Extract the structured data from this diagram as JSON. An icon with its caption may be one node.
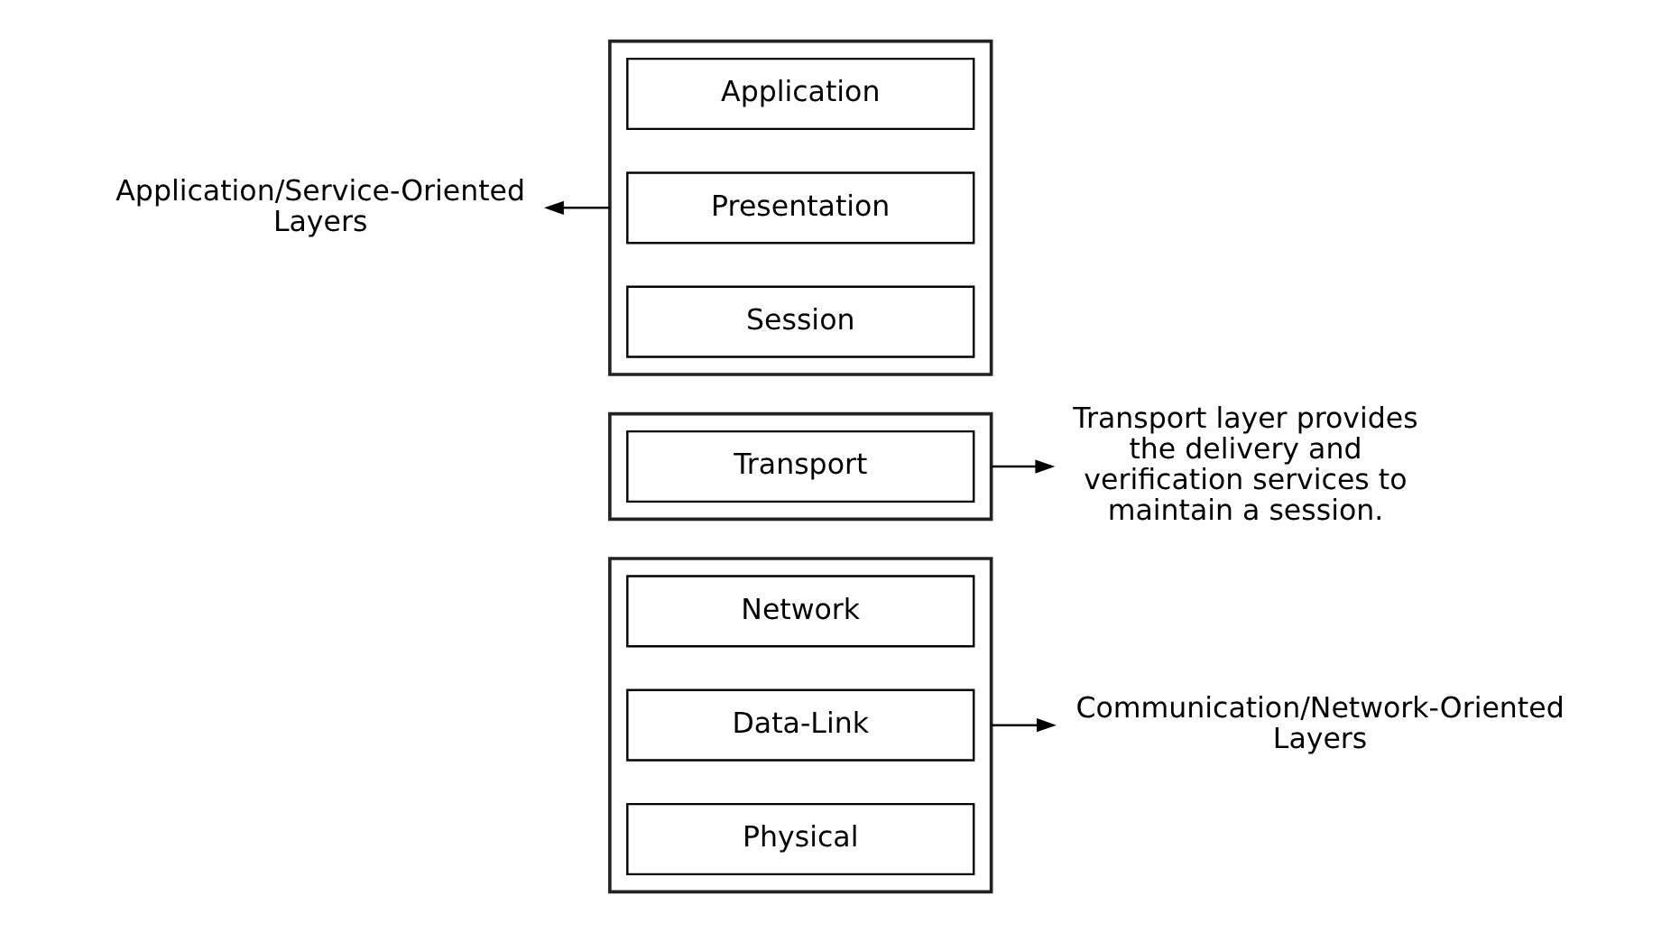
{
  "diagram": {
    "nodes": [
      {
        "text": [
          "Application/Service-Oriented Layers"
        ]
      },
      {
        "text": [],
        "shape": "bracket"
      },
      {
        "text": [
          "Application"
        ],
        "in": 1
      },
      {
        "text": [
          "Presentation"
        ],
        "in": 1
      },
      {
        "text": [
          "Session"
        ],
        "in": 1
      },
      {
        "text": [],
        "shape": "bracket"
      },
      {
        "text": [
          "Transport"
        ],
        "in": 5
      },
      {
        "text": [
          "Transport layer provides the delivery and verification services to maintain a session."
        ]
      },
      {
        "text": [
          "Communication/Network-Oriented Layers"
        ]
      },
      {
        "text": [],
        "shape": "bracket"
      },
      {
        "text": [
          "Network"
        ],
        "in": 9
      },
      {
        "text": [
          "Data-Link"
        ],
        "in": 9
      },
      {
        "text": [
          "Physical"
        ],
        "in": 9
      }
    ],
    "edges": [
      {
        "from": 1,
        "to": 0,
        "arrow": "to"
      },
      {
        "from": 5,
        "to": 7,
        "arrow": "to"
      },
      {
        "from": 9,
        "to": 8,
        "arrow": "to"
      }
    ]
  }
}
